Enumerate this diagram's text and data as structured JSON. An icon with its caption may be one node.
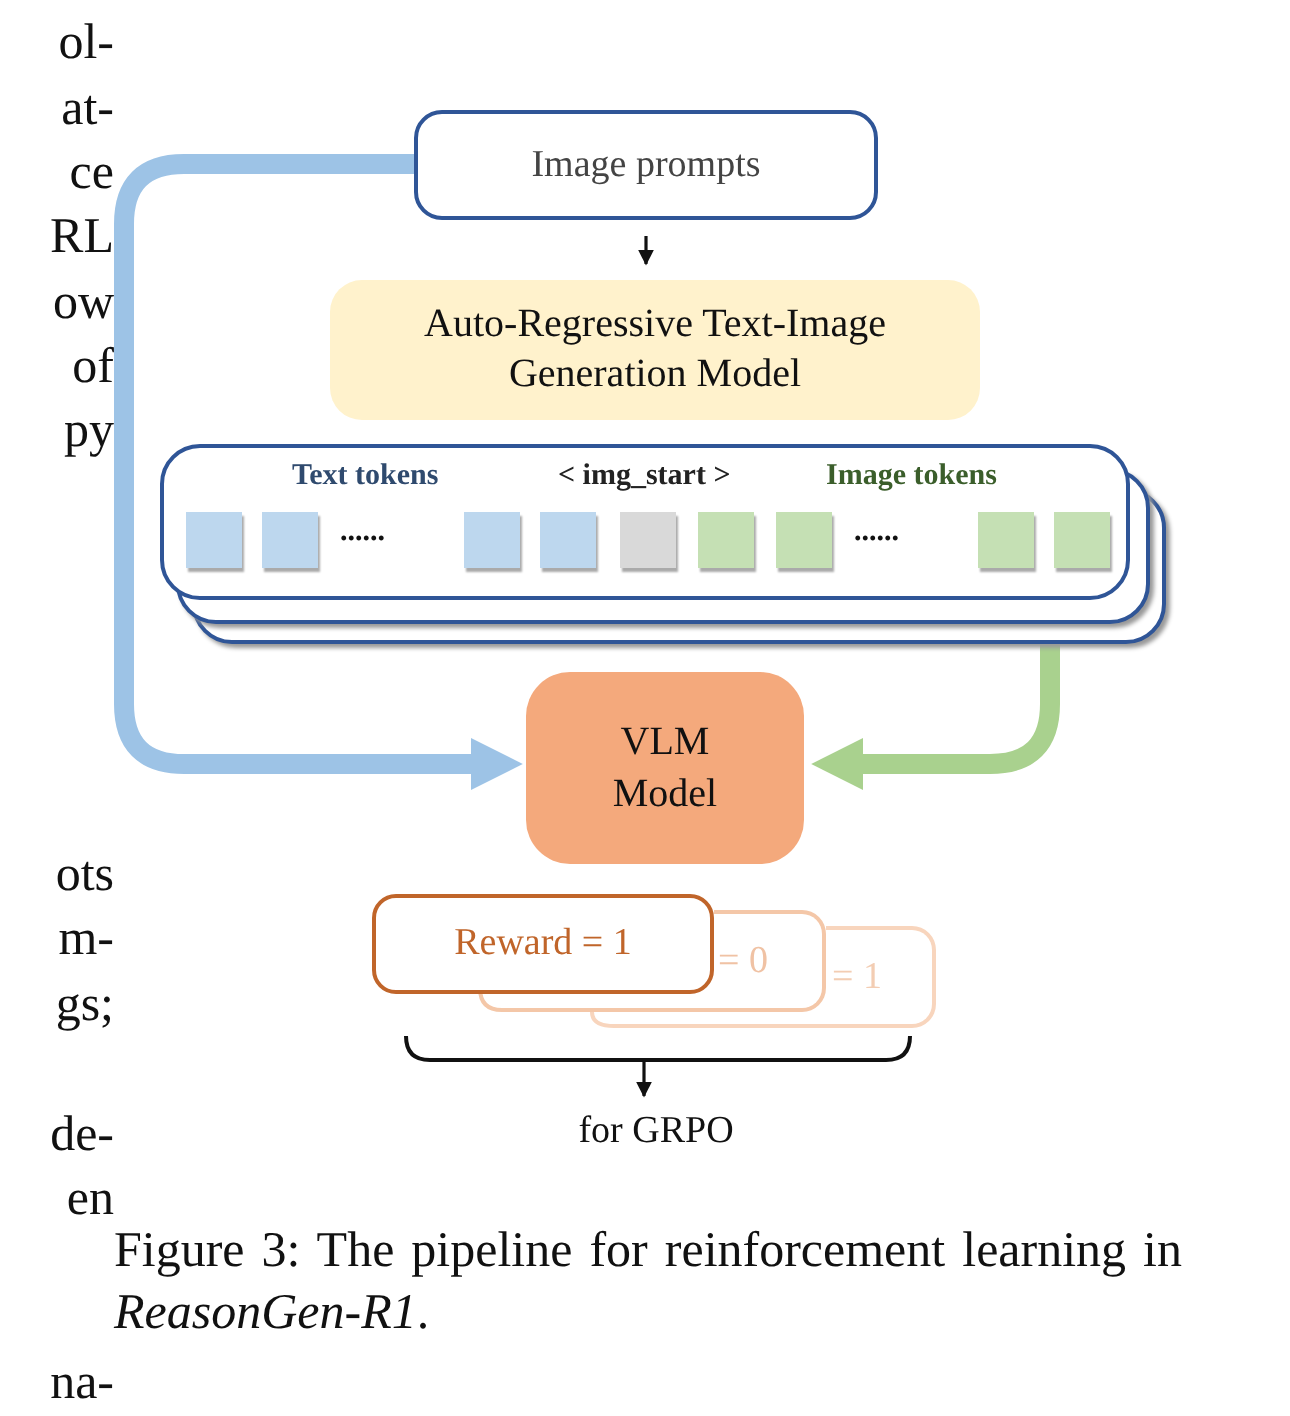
{
  "diagram": {
    "caption": "Figure 3: The pipeline for reinforcement learning in *ReasonGen-R1*.",
    "nodes": [
      {
        "text": [
          "Image prompts"
        ]
      },
      {
        "text": [
          "Auto-Regressive Text-Image Generation Model"
        ]
      },
      {
        "text": [
          "Text tokens",
          "< img_start >",
          "Image tokens"
        ]
      },
      {
        "text": [
          "VLM Model"
        ]
      },
      {
        "text": [
          "= 1"
        ]
      },
      {
        "text": [
          "= 0"
        ]
      },
      {
        "text": [
          "Reward = 1"
        ]
      },
      {
        "text": [],
        "shape": "bracket"
      },
      {
        "text": [
          "for GRPO"
        ]
      }
    ],
    "edges": [
      {
        "from": 0,
        "to": 1,
        "arrow": "to"
      },
      {
        "from": 0,
        "to": 3,
        "arrow": "to",
        "style": "thick",
        "color": "#9dc3e6"
      },
      {
        "from": 2,
        "to": 3,
        "arrow": "to",
        "style": "thick",
        "color": "#a9d18e"
      },
      {
        "from": 7,
        "to": 8,
        "arrow": "to"
      }
    ],
    "labels": [
      "ol-",
      "at-",
      "ce",
      "RL",
      "ow",
      "of",
      "py",
      "ots",
      "m-",
      "gs;",
      "de-",
      "en",
      "na-",
      "......",
      "......"
    ]
  }
}
